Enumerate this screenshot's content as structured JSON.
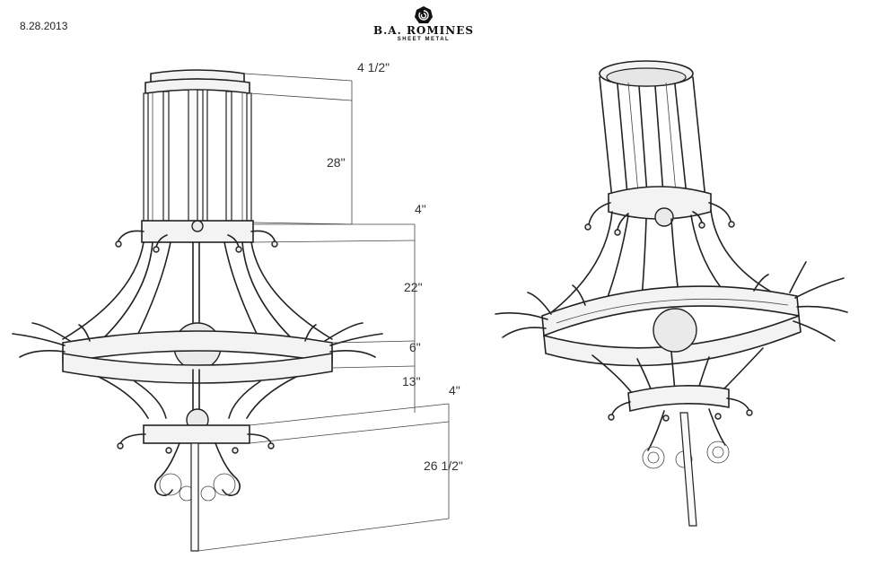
{
  "header": {
    "date": "8.28.2013",
    "logo_name": "B.A. ROMINES",
    "logo_sub": "SHEET METAL",
    "logo_icon": "rose-emblem-icon"
  },
  "dimensions": [
    {
      "id": "top-band",
      "label": "4 1/2\""
    },
    {
      "id": "cage",
      "label": "28\""
    },
    {
      "id": "upper-band",
      "label": "4\""
    },
    {
      "id": "bell",
      "label": "22\""
    },
    {
      "id": "main-ring",
      "label": "6\""
    },
    {
      "id": "lower-taper",
      "label": "13\""
    },
    {
      "id": "lower-band",
      "label": "4\""
    },
    {
      "id": "finial",
      "label": "26 1/2\""
    }
  ],
  "views": {
    "front": "elevation",
    "perspective": "isometric"
  }
}
